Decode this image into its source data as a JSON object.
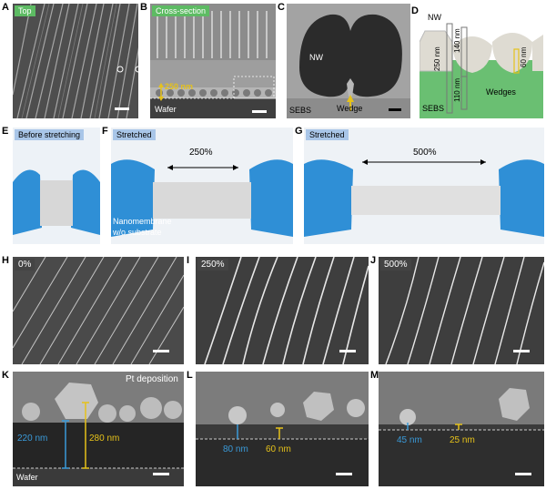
{
  "panels": {
    "A": {
      "letter": "A",
      "tag": "Top"
    },
    "B": {
      "letter": "B",
      "tag": "Cross-section",
      "thickness": "250 nm",
      "substrate": "Wafer"
    },
    "C": {
      "letter": "C",
      "nw": "NW",
      "sebs": "SEBS",
      "wedge": "Wedge"
    },
    "D": {
      "letter": "D",
      "nw": "NW",
      "sebs": "SEBS",
      "wedges": "Wedges",
      "dims": [
        "250 nm",
        "140 nm",
        "110 nm",
        "60 nm"
      ]
    },
    "E": {
      "letter": "E",
      "tag": "Before stretching"
    },
    "F": {
      "letter": "F",
      "tag": "Stretched",
      "strain": "250%",
      "note_line1": "Nanomembrane",
      "note_line2": "w/o substrate"
    },
    "G": {
      "letter": "G",
      "tag": "Stretched",
      "strain": "500%"
    },
    "H": {
      "letter": "H",
      "tag": "0%"
    },
    "I": {
      "letter": "I",
      "tag": "250%"
    },
    "J": {
      "letter": "J",
      "tag": "500%"
    },
    "K": {
      "letter": "K",
      "tag": "Pt deposition",
      "h1": "220 nm",
      "h2": "280 nm",
      "substrate": "Wafer"
    },
    "L": {
      "letter": "L",
      "h1": "80 nm",
      "h2": "60 nm"
    },
    "M": {
      "letter": "M",
      "h1": "45 nm",
      "h2": "25 nm"
    }
  },
  "colors": {
    "tag_green": "#5dbb63",
    "tag_blue": "#a9c6e8",
    "blue_text": "#3a9ad9",
    "yellow": "#e6c21a",
    "glove": "#2f8fd6"
  }
}
